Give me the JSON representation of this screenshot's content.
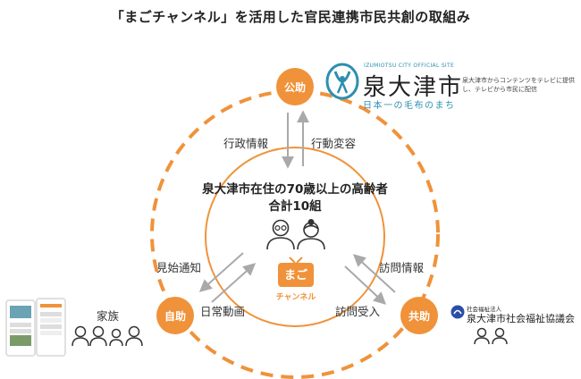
{
  "title": "「まごチャンネル」を活用した官民連携市民共創の取組み",
  "nodes": {
    "public": "公助",
    "self": "自助",
    "mutual": "共助"
  },
  "city": {
    "official_site": "IZUMIOTSU CITY OFFICIAL SITE",
    "name": "泉大津市",
    "tagline": "日本一の毛布のまち"
  },
  "note": "泉大津市からコンテンツをテレビに提供し、テレビから市民に配信",
  "flows": {
    "gov_info": "行政情報",
    "behavior_change": "行動変容",
    "watch_notice": "見始通知",
    "daily_video": "日常動画",
    "visit_info": "訪問情報",
    "visit_accept": "訪問受入"
  },
  "center": {
    "line1": "泉大津市在住の70歳以上の高齢者",
    "line2": "合計10組"
  },
  "mago_logo": {
    "main": "まご",
    "sub": "チャンネル"
  },
  "family_label": "家族",
  "council": {
    "small": "社会福祉法人",
    "name": "泉大津市社会福祉協議会"
  },
  "colors": {
    "accent": "#f0923a",
    "arrow": "#a9a9a9",
    "city_blue": "#2d8fb0",
    "council_blue": "#2a4ea8"
  },
  "icons": [
    "elderly-couple-icon",
    "family-icon",
    "staff-icon",
    "tv-icon",
    "city-emblem-icon",
    "council-emblem-icon"
  ]
}
